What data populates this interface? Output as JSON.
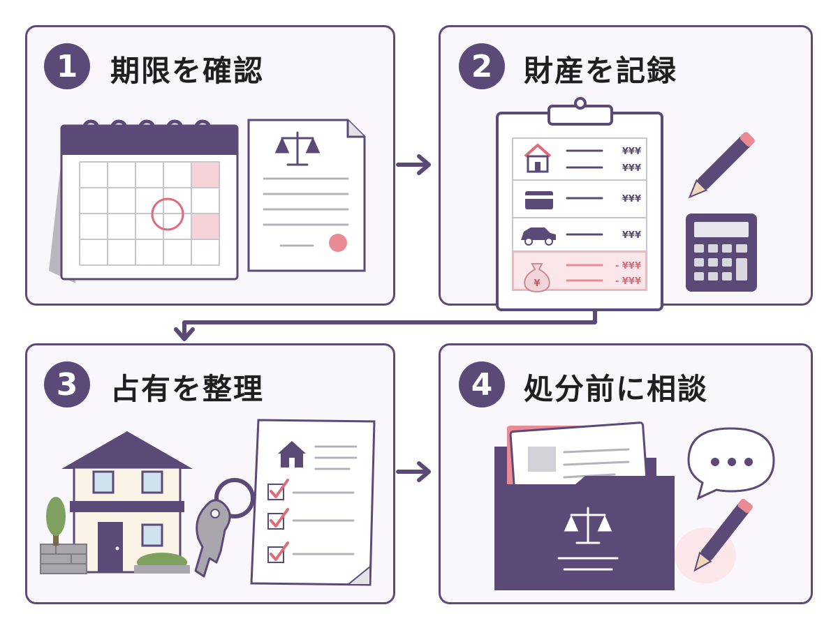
{
  "steps": [
    {
      "number": "1",
      "title": "期限を確認"
    },
    {
      "number": "2",
      "title": "財産を記録"
    },
    {
      "number": "3",
      "title": "占有を整理"
    },
    {
      "number": "4",
      "title": "処分前に相談"
    }
  ],
  "ledger": {
    "amount_1a": "¥¥¥",
    "amount_1b": "¥¥¥",
    "amount_2": "¥¥¥",
    "amount_3": "¥¥¥",
    "amount_4a": "- ¥¥¥",
    "amount_4b": "- ¥¥¥",
    "bag_symbol": "¥"
  },
  "colors": {
    "accent": "#5b4a78",
    "pink": "#e98a95",
    "light_pink": "#f6d3d8",
    "panel_bg": "#f9f7fb"
  }
}
